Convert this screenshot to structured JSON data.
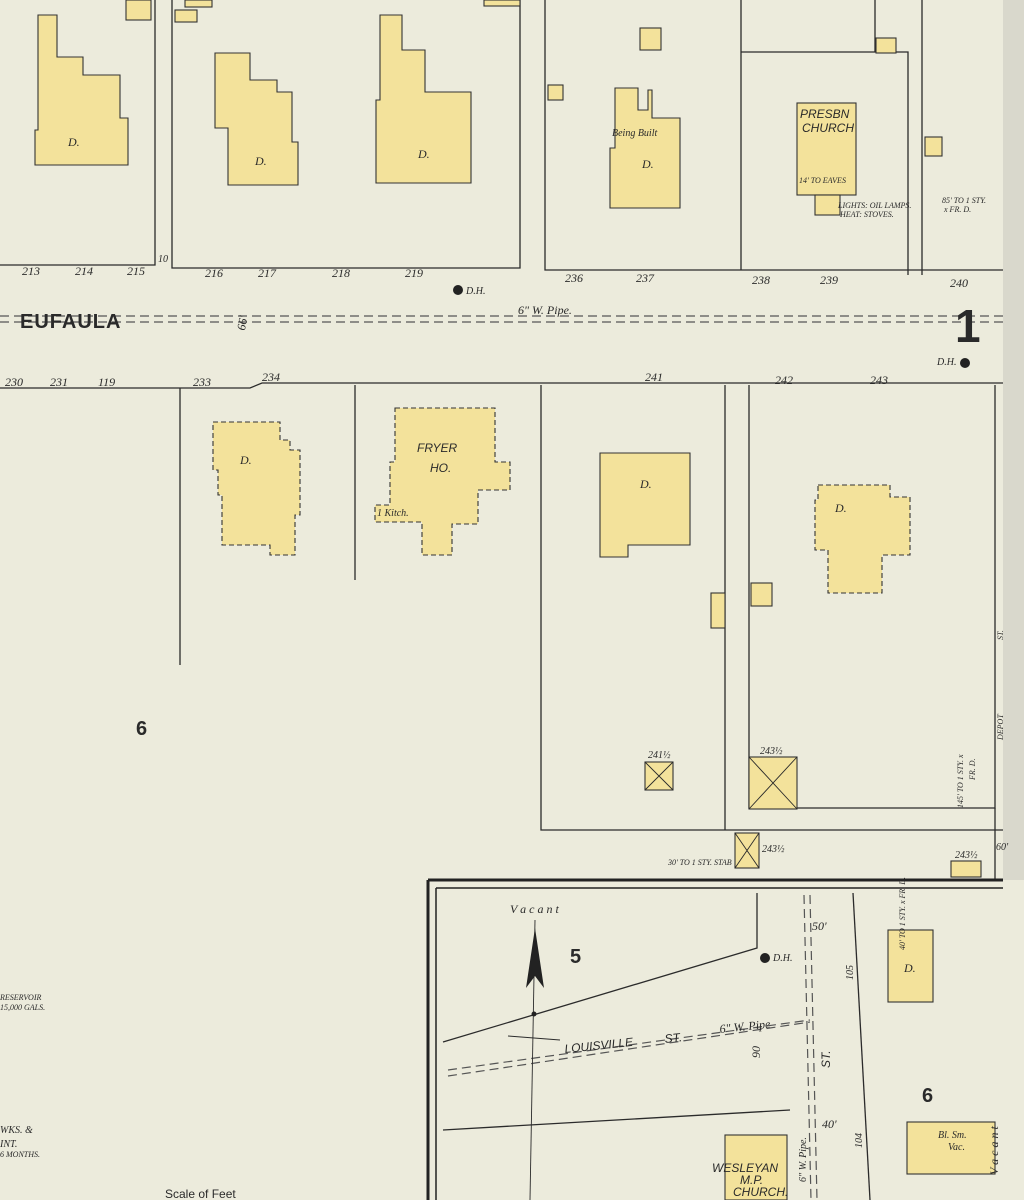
{
  "streets": {
    "eufaula": "EUFAULA",
    "louisville": "LOUISVILLE",
    "louisville_st": "ST.",
    "depot": "DEPOT",
    "depot_st": "ST.",
    "st_vertical": "ST.",
    "width_66": "66'",
    "width_60": "60'",
    "width_50": "50'",
    "width_40": "40'",
    "width_90": "90"
  },
  "pipes": {
    "eufaula_pipe": "6\" W. Pipe.",
    "louisville_pipe": "6\" W. Pipe",
    "vertical_pipe": "6\" W. Pipe."
  },
  "hydrants": {
    "dh": "D.H."
  },
  "blocks": {
    "block6_left": "6",
    "block5": "5",
    "block6_right": "6"
  },
  "sheet_ref": "1",
  "lot_numbers_north": [
    "213",
    "214",
    "215",
    "216",
    "217",
    "218",
    "219",
    "236",
    "237",
    "238",
    "239",
    "240"
  ],
  "lot_numbers_south": [
    "230",
    "231",
    "119",
    "233",
    "234",
    "241",
    "242",
    "243"
  ],
  "lot_num_10": "10",
  "lot_241h": "241½",
  "lot_243h": "243½",
  "lot_243h_b": "243½",
  "lot_243h_c": "243½",
  "lot_105": "105",
  "lot_104": "104",
  "buildings": {
    "dwelling": "D.",
    "being_built": "Being Built",
    "presbn_church_1": "PRESBN",
    "presbn_church_2": "CHURCH",
    "church_eaves": "14' TO EAVES",
    "church_lights": "LIGHTS: OIL LAMPS.",
    "church_heat": "HEAT: STOVES.",
    "fryer_1": "FRYER",
    "fryer_2": "HO.",
    "kitch": "1 Kitch.",
    "wesleyan_1": "WESLEYAN",
    "wesleyan_2": "M.P.",
    "wesleyan_3": "CHURCH.",
    "bl_sm": "Bl. Sm.",
    "vac": "Vac.",
    "stab": "30' TO 1 STY. STAB"
  },
  "notes": {
    "fr_d_1": "85' TO 1 STY.",
    "fr_d_2": "x FR. D.",
    "fr_145_1": "145' TO 1 STY. x",
    "fr_145_2": "FR. D.",
    "fr_40": "40' TO 1 STY. x FR. D.",
    "vacant_top": "V   a   c   a   n   t",
    "vacant_right": "V   a   c   a   n   t",
    "reservoir_1": "RESERVOIR",
    "reservoir_2": "15,000 GALS.",
    "wks": "WKS. &",
    "int": "INT.",
    "months": "6 MONTHS.",
    "scale": "Scale of Feet"
  },
  "colors": {
    "paper": "#ecebdc",
    "building": "#f3e29b",
    "ink": "#2b2b2b"
  }
}
